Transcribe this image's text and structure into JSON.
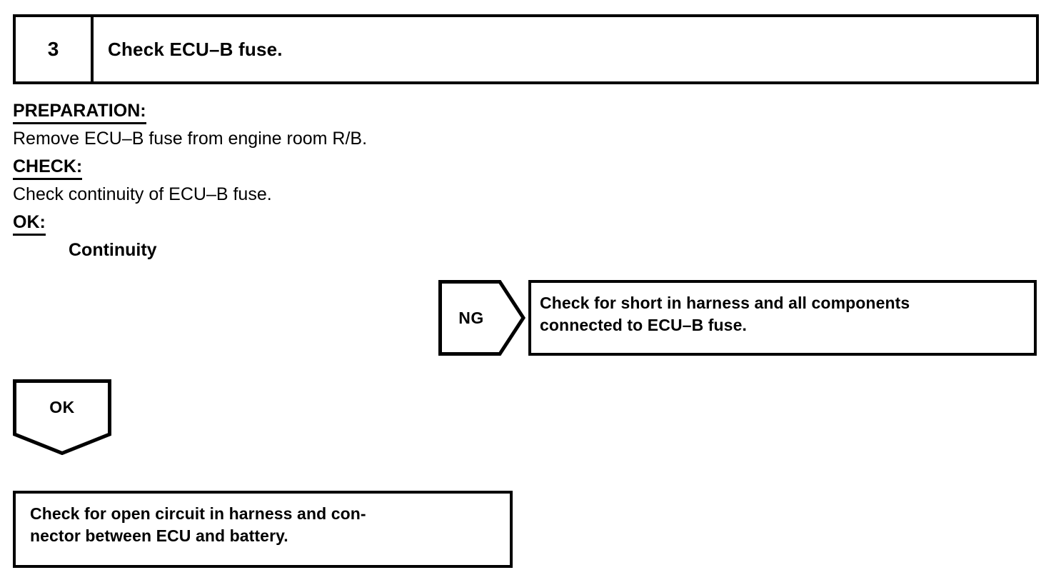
{
  "step": {
    "number": "3",
    "title": "Check ECU–B fuse."
  },
  "procedure": {
    "preparation_label": "PREPARATION:",
    "preparation_text": "Remove ECU–B fuse from engine room R/B.",
    "check_label": "CHECK:",
    "check_text": "Check continuity of ECU–B fuse.",
    "ok_label": "OK:",
    "ok_result": "Continuity"
  },
  "branches": {
    "ng": {
      "label": "NG",
      "action_line1": "Check for short in harness and all components",
      "action_line2": "connected to ECU–B fuse."
    },
    "ok": {
      "label": "OK",
      "action_line1": "Check for open circuit in harness and con-",
      "action_line2": "nector between ECU and battery."
    }
  },
  "colors": {
    "ink": "#000000",
    "paper": "#ffffff"
  }
}
